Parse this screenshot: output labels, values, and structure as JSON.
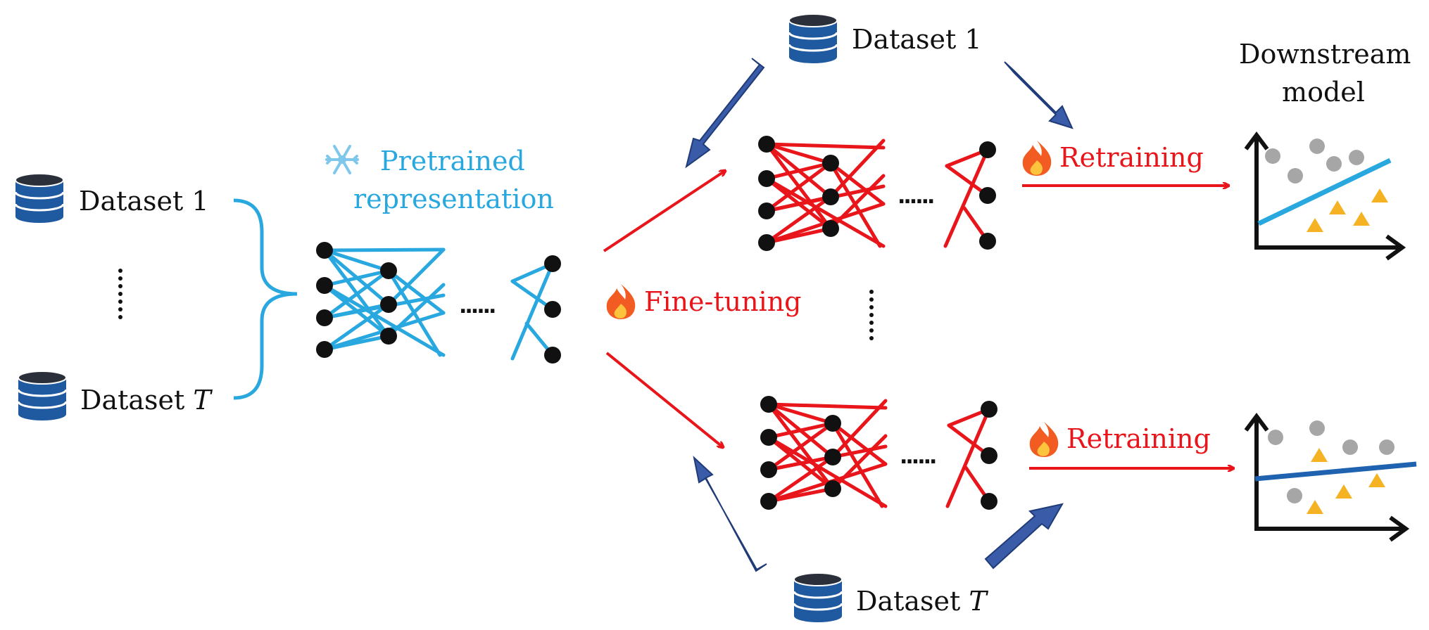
{
  "left_inputs": {
    "dataset_first": {
      "prefix": "Dataset",
      "index": "1"
    },
    "dataset_last": {
      "prefix": "Dataset",
      "index": "T"
    }
  },
  "pretrained": {
    "line1": "Pretrained",
    "line2": "representation",
    "icon": "snowflake-icon"
  },
  "finetuning": {
    "label": "Fine-tuning",
    "icon": "fire-icon"
  },
  "top_branch": {
    "dataset": {
      "prefix": "Dataset",
      "index": "1"
    },
    "retraining": {
      "label": "Retraining",
      "icon": "fire-icon"
    }
  },
  "bottom_branch": {
    "dataset": {
      "prefix": "Dataset",
      "index": "T"
    },
    "retraining": {
      "label": "Retraining",
      "icon": "fire-icon"
    }
  },
  "downstream": {
    "line1": "Downstream",
    "line2": "model"
  },
  "ellipsis_h": "......",
  "colors": {
    "pretrained_blue": "#29a8e0",
    "finetune_red": "#e8151b",
    "arrow_blue": "#3a5ba8",
    "node_black": "#111111",
    "database_blue": "#1f5aa0",
    "gray_point": "#a6a6a6",
    "yellow_point": "#f5b324",
    "fit_line_top": "#29a8e0",
    "fit_line_bottom": "#1f62b0"
  }
}
